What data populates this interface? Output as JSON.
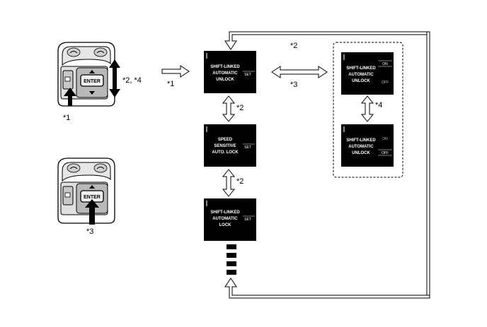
{
  "labels": {
    "one": "*1",
    "two": "*2",
    "three": "*3",
    "four": "*4",
    "two_four": "*2, *4"
  },
  "switch": {
    "enter_label": "ENTER"
  },
  "screens": {
    "shift_unlock": {
      "line1": "SHIFT-LINKED",
      "line2": "AUTOMATIC",
      "line3": "UNLOCK",
      "set": "SET"
    },
    "speed_lock": {
      "line1": "SPEED",
      "line2": "SENSITIVE",
      "line3": "AUTO. LOCK",
      "set": "SET"
    },
    "shift_lock": {
      "line1": "SHIFT-LINKED",
      "line2": "AUTOMATIC",
      "line3": "LOCK",
      "set": "SET"
    },
    "unlock_on": {
      "line1": "SHIFT-LINKED",
      "line2": "AUTOMATIC",
      "line3": "UNLOCK",
      "on": "ON",
      "off": "OFF"
    },
    "unlock_off": {
      "line1": "SHIFT-LINKED",
      "line2": "AUTOMATIC",
      "line3": "UNLOCK",
      "on": "ON",
      "off": "OFF"
    }
  }
}
